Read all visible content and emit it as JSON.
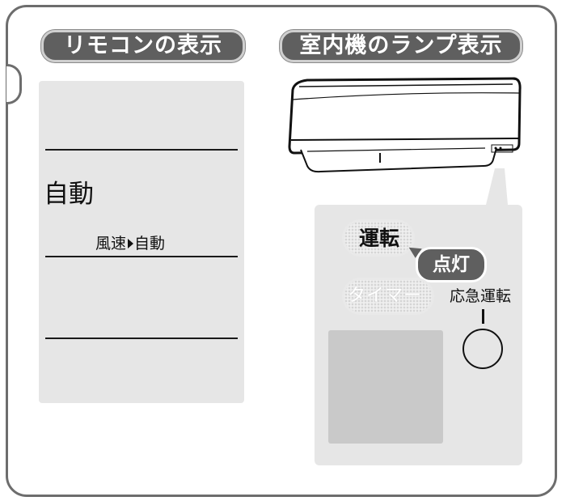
{
  "headers": {
    "remote_display": "リモコンの表示",
    "indoor_lamp_display": "室内機のランプ表示"
  },
  "remote": {
    "mode_text": "自動",
    "fan_label": "風速",
    "fan_value": "自動"
  },
  "lamps": {
    "run": "運転",
    "timer": "タイマー",
    "lit_badge": "点灯"
  },
  "emergency": {
    "label": "応急運転"
  },
  "colors": {
    "frame": "#6d6d6d",
    "pill": "#5f5f5f",
    "panel": "#e6e6e6",
    "gray_box": "#c9c9c9"
  }
}
